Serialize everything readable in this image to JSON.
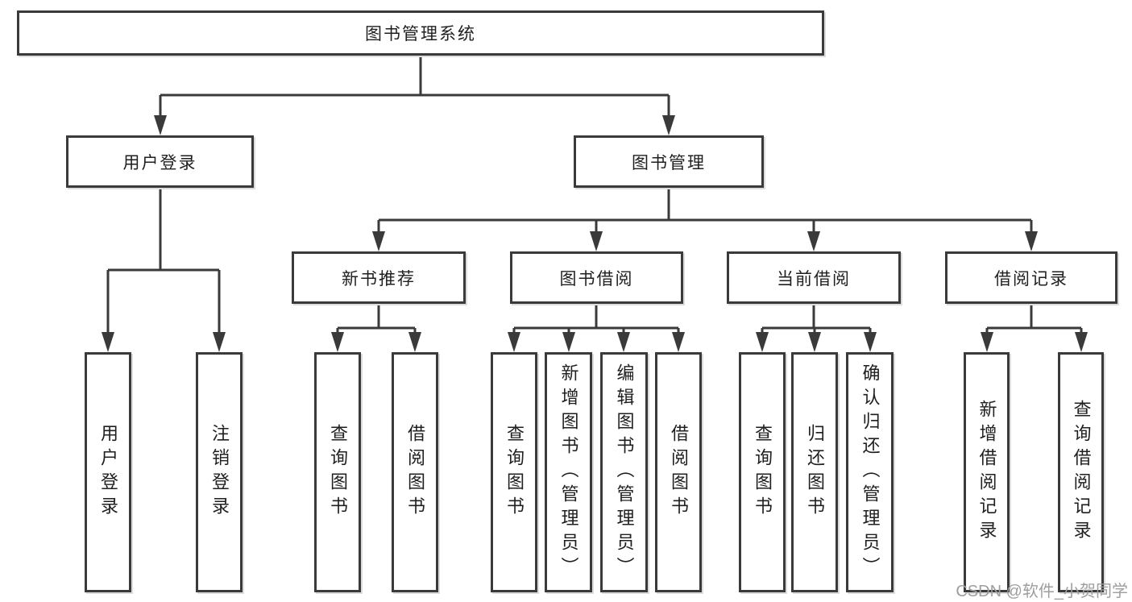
{
  "diagram": {
    "title": "图书管理系统",
    "tree": {
      "label": "图书管理系统",
      "children": [
        {
          "label": "用户登录",
          "children": [
            {
              "label": "用户登录"
            },
            {
              "label": "注销登录"
            }
          ]
        },
        {
          "label": "图书管理",
          "children": [
            {
              "label": "新书推荐",
              "children": [
                {
                  "label": "查询图书"
                },
                {
                  "label": "借阅图书"
                }
              ]
            },
            {
              "label": "图书借阅",
              "children": [
                {
                  "label": "查询图书"
                },
                {
                  "label": "新增图书（管理员）"
                },
                {
                  "label": "编辑图书（管理员）"
                },
                {
                  "label": "借阅图书"
                }
              ]
            },
            {
              "label": "当前借阅",
              "children": [
                {
                  "label": "查询图书"
                },
                {
                  "label": "归还图书"
                },
                {
                  "label": "确认归还（管理员）"
                }
              ]
            },
            {
              "label": "借阅记录",
              "children": [
                {
                  "label": "新增借阅记录"
                },
                {
                  "label": "查询借阅记录"
                }
              ]
            }
          ]
        }
      ]
    }
  },
  "watermark": {
    "text": "CSDN @软件_小贺同学"
  },
  "colors": {
    "line": "#3a3a3a",
    "box_border": "#3a3a3a",
    "box_fill": "#ffffff",
    "text": "#1f1f1f",
    "watermark": "#9e9e9e",
    "background": "#ffffff"
  }
}
